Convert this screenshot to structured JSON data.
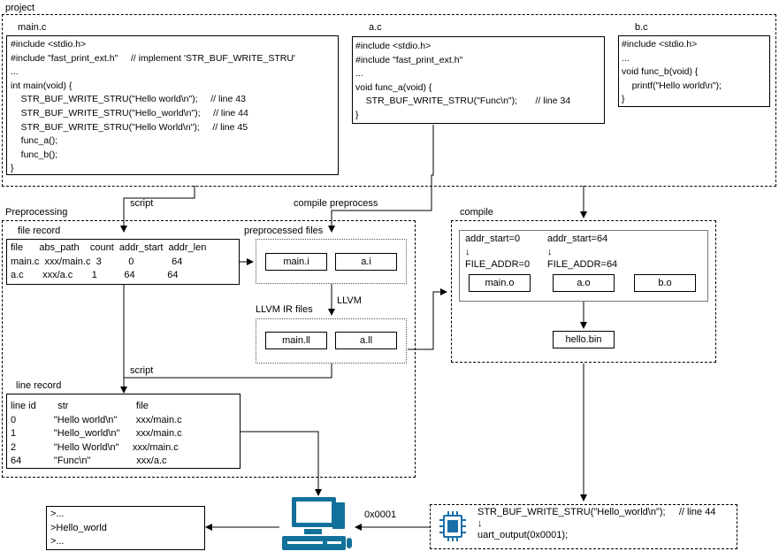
{
  "project": {
    "label": "project",
    "main_c": {
      "title": "main.c",
      "lines": [
        "#include <stdio.h>",
        "#include \"fast_print_ext.h\"     // implement 'STR_BUF_WRITE_STRU'",
        "...",
        "int main(void) {",
        "    STR_BUF_WRITE_STRU(\"Hello world\\n\");     // line 43",
        "    STR_BUF_WRITE_STRU(\"Hello_world\\n\");     // line 44",
        "    STR_BUF_WRITE_STRU(\"Hello World\\n\");     // line 45",
        "    func_a();",
        "    func_b();",
        "}"
      ]
    },
    "a_c": {
      "title": "a.c",
      "lines": [
        "#include <stdio.h>",
        "#include \"fast_print_ext.h\"",
        "...",
        "void func_a(void) {",
        "    STR_BUF_WRITE_STRU(\"Func\\n\");       // line 34",
        "}"
      ]
    },
    "b_c": {
      "title": "b.c",
      "lines": [
        "#include <stdio.h>",
        "...",
        "void func_b(void) {",
        "    printf(\"Hello world\\n\");",
        "}"
      ]
    }
  },
  "preprocessing": {
    "label": "Preprocessing",
    "file_record": {
      "title": "file record",
      "rows": [
        "file      abs_path    count  addr_start  addr_len",
        "main.c  xxx/main.c  3          0              64",
        "a.c       xxx/a.c       1          64            64"
      ]
    },
    "preprocessed_files": {
      "title": "preprocessed files",
      "items": [
        "main.i",
        "a.i"
      ]
    },
    "llvm_ir_files": {
      "title": "LLVM IR files",
      "items": [
        "main.ll",
        "a.ll"
      ]
    },
    "line_record": {
      "title": "line record",
      "rows": [
        "line id        str                         file",
        "0              \"Hello world\\n\"       xxx/main.c",
        "1              \"Hello_world\\n\"      xxx/main.c",
        "2              \"Hello World\\n\"     xxx/main.c",
        "64            \"Func\\n\"                 xxx/a.c"
      ]
    }
  },
  "compile": {
    "label": "compile",
    "addr_a": [
      "addr_start=0",
      "↓",
      "FILE_ADDR=0"
    ],
    "addr_b": [
      "addr_start=64",
      "↓",
      "FILE_ADDR=64"
    ],
    "objects": [
      "main.o",
      "a.o",
      "b.o"
    ],
    "output": "hello.bin"
  },
  "edges": {
    "script_1": "script",
    "compile_preprocess": "compile preprocess",
    "llvm": "LLVM",
    "script_2": "script",
    "value": "0x0001"
  },
  "device": {
    "lines": [
      "STR_BUF_WRITE_STRU(\"Hello_world\\n\");     // line 44",
      "↓",
      "uart_output(0x0001);"
    ]
  },
  "terminal": {
    "lines": [
      ">...",
      ">Hello_world",
      ">..."
    ]
  },
  "colors": {
    "chip": "#1a6ea8",
    "computer": "#12719a"
  }
}
